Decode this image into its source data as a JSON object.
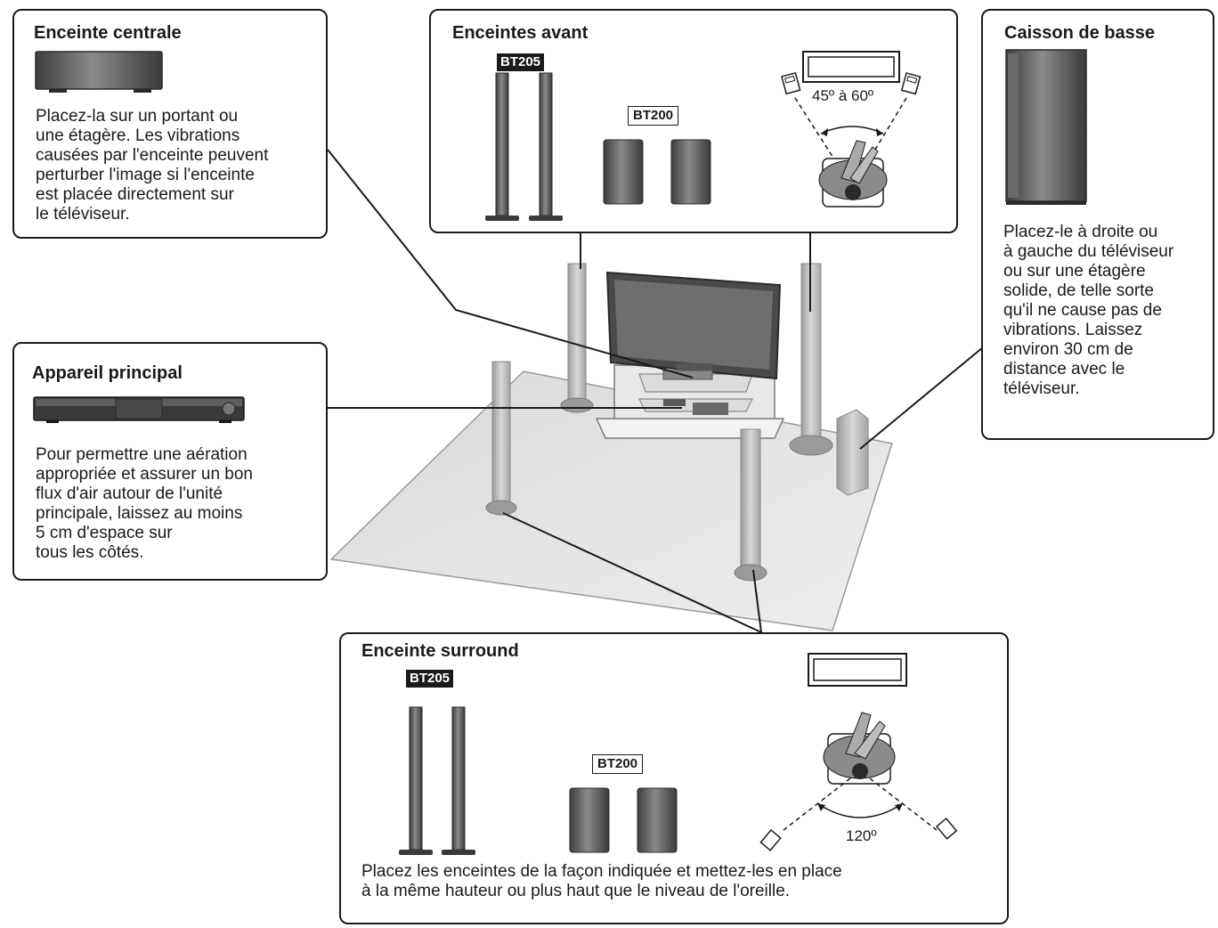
{
  "center_speaker": {
    "title": "Enceinte centrale",
    "text": "Placez-la sur un portant ou\nune étagère. Les vibrations\ncausées par l'enceinte peuvent\nperturber l'image si l'enceinte\nest placée directement sur\nle téléviseur."
  },
  "front_speakers": {
    "title": "Enceintes avant",
    "badge_bt205": "BT205",
    "badge_bt200": "BT200",
    "angle": "45º à 60º"
  },
  "subwoofer": {
    "title": "Caisson de basse",
    "text": "Placez-le à droite ou\nà gauche du téléviseur\nou sur une étagère\nsolide, de telle sorte\nqu'il ne cause pas de\nvibrations. Laissez\nenviron 30 cm de\ndistance avec le\ntéléviseur."
  },
  "main_unit": {
    "title": "Appareil principal",
    "text": "Pour permettre une aération\nappropriée et assurer un bon\nflux d'air autour de l'unité\nprincipale, laissez au moins\n5 cm d'espace sur\ntous les côtés."
  },
  "surround_speakers": {
    "title": "Enceinte surround",
    "badge_bt205": "BT205",
    "badge_bt200": "BT200",
    "angle": "120º",
    "text": "Placez les enceintes de la façon indiquée et mettez-les en place\nà la même hauteur ou plus haut que le niveau de l'oreille."
  },
  "colors": {
    "line": "#1a1a1a",
    "floor": "#c9c9c9",
    "speaker": "#5a5a5a",
    "speaker_light": "#b8b8b8"
  }
}
